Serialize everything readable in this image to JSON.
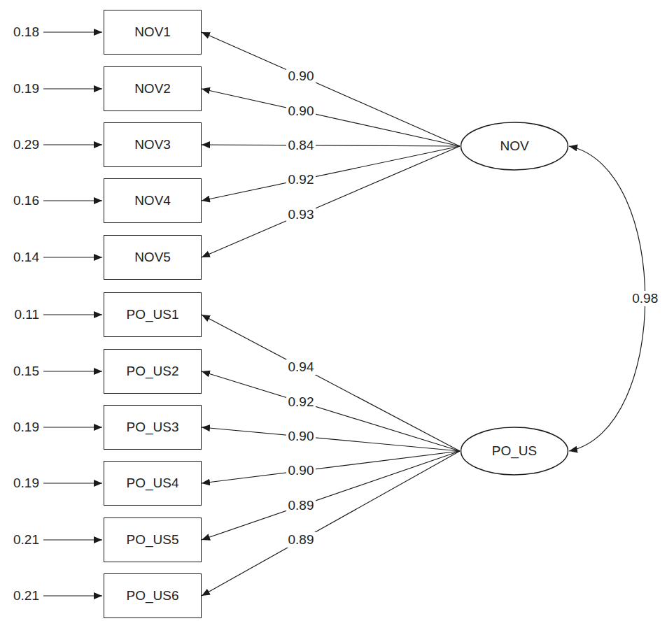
{
  "diagram": {
    "nodes": [
      {
        "text": [
          "NOV1"
        ]
      },
      {
        "text": [
          "NOV2"
        ]
      },
      {
        "text": [
          "NOV3"
        ]
      },
      {
        "text": [
          "NOV4"
        ]
      },
      {
        "text": [
          "NOV5"
        ]
      },
      {
        "text": [
          "PO_US1"
        ]
      },
      {
        "text": [
          "PO_US2"
        ]
      },
      {
        "text": [
          "PO_US3"
        ]
      },
      {
        "text": [
          "PO_US4"
        ]
      },
      {
        "text": [
          "PO_US5"
        ]
      },
      {
        "text": [
          "PO_US6"
        ]
      },
      {
        "text": [
          "NOV"
        ]
      },
      {
        "text": [
          "PO_US"
        ]
      }
    ],
    "edges": [
      {
        "from": 11,
        "to": 0,
        "arrow": "to",
        "label": "0.90"
      },
      {
        "from": 11,
        "to": 1,
        "arrow": "to",
        "label": "0.90"
      },
      {
        "from": 11,
        "to": 2,
        "arrow": "to",
        "label": "0.84"
      },
      {
        "from": 11,
        "to": 3,
        "arrow": "to",
        "label": "0.92"
      },
      {
        "from": 11,
        "to": 4,
        "arrow": "to",
        "label": "0.93"
      },
      {
        "from": 12,
        "to": 5,
        "arrow": "to",
        "label": "0.94"
      },
      {
        "from": 12,
        "to": 6,
        "arrow": "to",
        "label": "0.92"
      },
      {
        "from": 12,
        "to": 7,
        "arrow": "to",
        "label": "0.90"
      },
      {
        "from": 12,
        "to": 8,
        "arrow": "to",
        "label": "0.90"
      },
      {
        "from": 12,
        "to": 9,
        "arrow": "to",
        "label": "0.89"
      },
      {
        "from": 12,
        "to": 10,
        "arrow": "to",
        "label": "0.89"
      },
      {
        "from": 11,
        "to": 12,
        "arrow": "both",
        "label": "0.98"
      }
    ],
    "labels": [
      "0.18",
      "0.19",
      "0.29",
      "0.16",
      "0.14",
      "0.11",
      "0.15",
      "0.19",
      "0.19",
      "0.21",
      "0.21"
    ]
  }
}
